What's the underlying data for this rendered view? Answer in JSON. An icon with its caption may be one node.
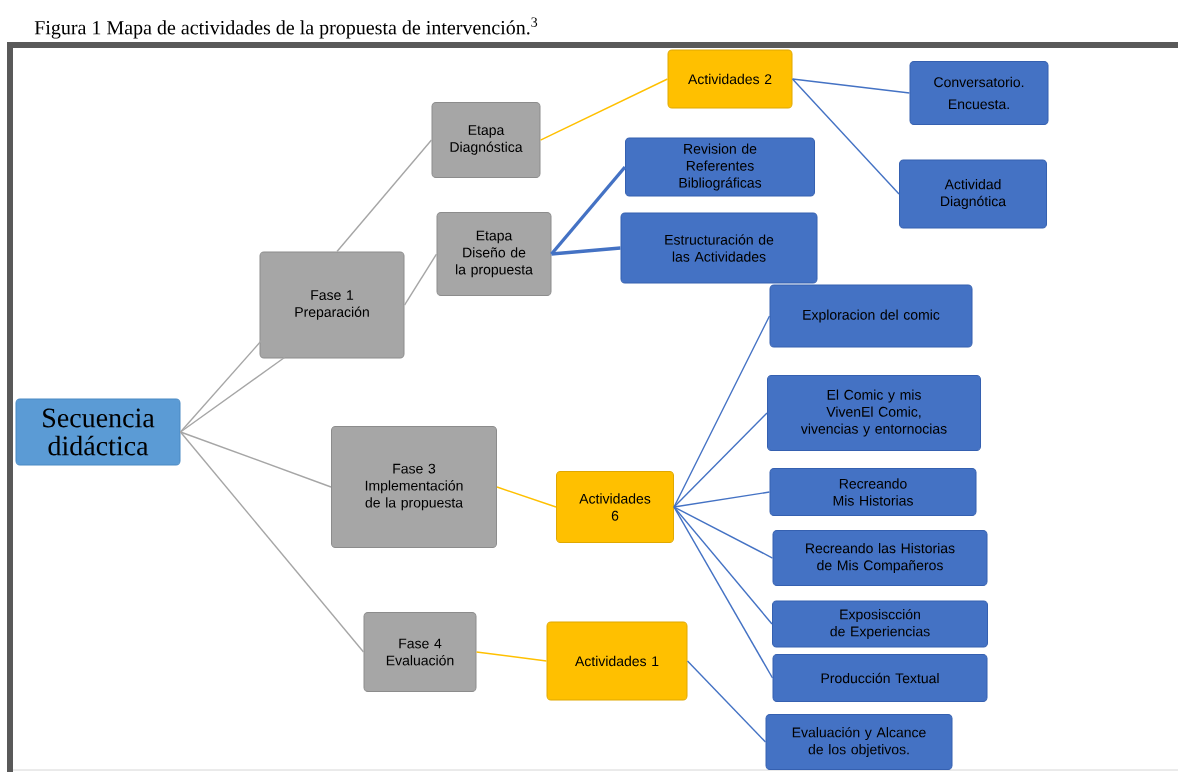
{
  "diagram": {
    "title": "Figura 1 Mapa de actividades de la propuesta de intervención.$^{3}$",
    "nodes": [
      {
        "text": [
          "Secuencia didáctica"
        ]
      },
      {
        "text": [
          "Fase 1 Preparación"
        ]
      },
      {
        "text": [
          "Etapa Diagnóstica"
        ]
      },
      {
        "text": [
          "Etapa Diseño de la propuesta"
        ]
      },
      {
        "text": [
          "Actividades 2"
        ]
      },
      {
        "text": [
          "Conversatorio.",
          "Encuesta."
        ]
      },
      {
        "text": [
          "Actividad Diagnótica"
        ]
      },
      {
        "text": [
          "Revision de Referentes Bibliográficas"
        ]
      },
      {
        "text": [
          "Estructuración de las Actividades"
        ]
      },
      {
        "text": [
          "Fase 3 Implementación de la propuesta"
        ]
      },
      {
        "text": [
          "Actividades 6"
        ]
      },
      {
        "text": [
          "Exploracion del comic"
        ]
      },
      {
        "text": [
          "El Comic y mis VivenEl Comic, vivencias y entornocias"
        ]
      },
      {
        "text": [
          "Recreando Mis Historias"
        ]
      },
      {
        "text": [
          "Recreando las Historias de Mis Compañeros"
        ]
      },
      {
        "text": [
          "Exposiscción de Experiencias"
        ]
      },
      {
        "text": [
          "Producción Textual"
        ]
      },
      {
        "text": [
          "Fase 4 Evaluación"
        ]
      },
      {
        "text": [
          "Actividades 1"
        ]
      },
      {
        "text": [
          "Evaluación y Alcance de los objetivos."
        ]
      }
    ],
    "edges": [
      {
        "from": 0,
        "to": 1,
        "arrow": "none",
        "color": "#a6a6a6"
      },
      {
        "from": 0,
        "to": 1,
        "arrow": "none",
        "color": "#a6a6a6"
      },
      {
        "from": 0,
        "to": 9,
        "arrow": "none",
        "color": "#a6a6a6"
      },
      {
        "from": 0,
        "to": 17,
        "arrow": "none",
        "color": "#a6a6a6"
      },
      {
        "from": 1,
        "to": 2,
        "arrow": "none",
        "color": "#a6a6a6"
      },
      {
        "from": 1,
        "to": 3,
        "arrow": "none",
        "color": "#a6a6a6"
      },
      {
        "from": 2,
        "to": 4,
        "arrow": "none",
        "color": "#ffc000"
      },
      {
        "from": 4,
        "to": 5,
        "arrow": "none"
      },
      {
        "from": 4,
        "to": 6,
        "arrow": "none"
      },
      {
        "from": 3,
        "to": 7,
        "arrow": "none",
        "style": "thick"
      },
      {
        "from": 3,
        "to": 8,
        "arrow": "none",
        "style": "thick"
      },
      {
        "from": 9,
        "to": 10,
        "arrow": "none",
        "color": "#ffc000"
      },
      {
        "from": 10,
        "to": 11,
        "arrow": "none"
      },
      {
        "from": 10,
        "to": 12,
        "arrow": "none"
      },
      {
        "from": 10,
        "to": 13,
        "arrow": "none"
      },
      {
        "from": 10,
        "to": 14,
        "arrow": "none"
      },
      {
        "from": 10,
        "to": 15,
        "arrow": "none"
      },
      {
        "from": 10,
        "to": 16,
        "arrow": "none"
      },
      {
        "from": 17,
        "to": 18,
        "arrow": "none",
        "color": "#ffc000"
      },
      {
        "from": 18,
        "to": 19,
        "arrow": "none"
      }
    ]
  }
}
